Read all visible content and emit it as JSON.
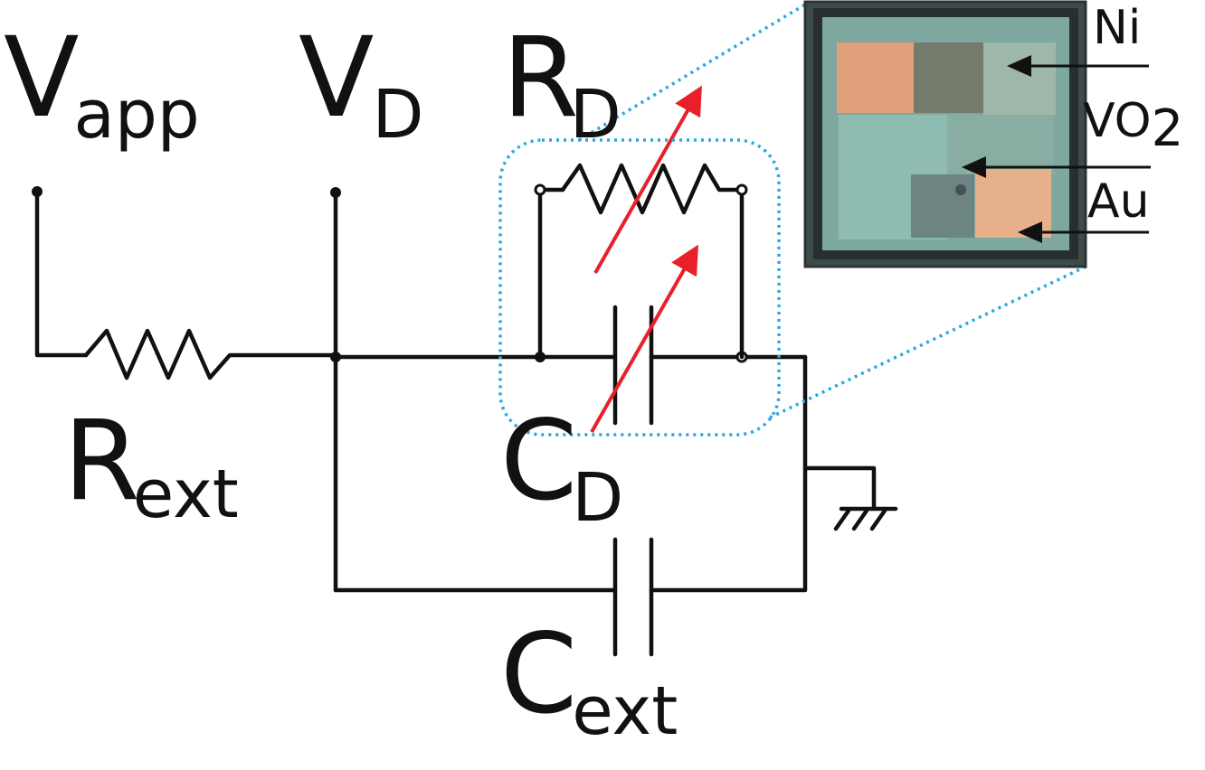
{
  "labels": {
    "vapp": {
      "main": "V",
      "sub": "app"
    },
    "vd": {
      "main": "V",
      "sub": "D"
    },
    "rd": {
      "main": "R",
      "sub": "D"
    },
    "rext": {
      "main": "R",
      "sub": "ext"
    },
    "cd": {
      "main": "C",
      "sub": "D"
    },
    "cext": {
      "main": "C",
      "sub": "ext"
    }
  },
  "chip": {
    "ni": "Ni",
    "vo2": {
      "main": "VO",
      "sub": "2"
    },
    "au": "Au"
  },
  "colors": {
    "wire": "#111111",
    "arrow": "#e8202a",
    "highlight": "#2aa7df",
    "chip_frame": "#3a4a4a",
    "chip_body": "#7fa8a0",
    "pad_orange": "#e5a27a"
  },
  "icons": [
    "ground-icon",
    "variable-resistor-arrow",
    "variable-capacitor-arrow"
  ]
}
